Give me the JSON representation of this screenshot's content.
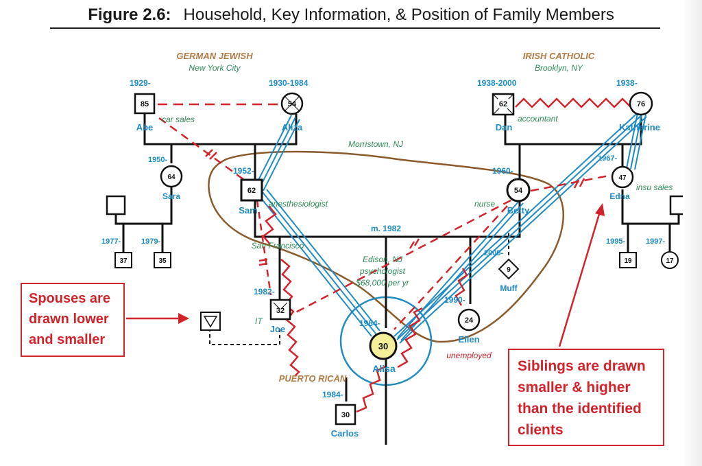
{
  "title": {
    "figure_label": "Figure 2.6:",
    "text": "Household, Key Information, & Position of Family Members"
  },
  "colors": {
    "blue": "#1e8bc3",
    "red": "#d3232a",
    "brown": "#8b5a2b",
    "green": "#2e8b57",
    "tan": "#b07a45",
    "client_fill": "#f6ef9a"
  },
  "origins": {
    "left": {
      "heritage": "GERMAN JEWISH",
      "place": "New York City"
    },
    "right": {
      "heritage": "IRISH CATHOLIC",
      "place": "Brooklyn, NY"
    },
    "bottom": {
      "heritage": "PUERTO RICAN"
    }
  },
  "places": {
    "morristown": "Morristown, NJ",
    "san_francisco": "San Francisco",
    "edison": "Edison, NJ",
    "marriage": "m. 1982"
  },
  "people": {
    "abe": {
      "name": "Abe",
      "year": "1929-",
      "age": "85",
      "job": "car sales"
    },
    "aliza": {
      "name": "Aliza",
      "year": "1930-1984",
      "age": "54"
    },
    "dan": {
      "name": "Dan",
      "year": "1938-2000",
      "age": "62",
      "job": "accountant"
    },
    "katherine": {
      "name": "Katherine",
      "year": "1938-",
      "age": "76"
    },
    "sara": {
      "name": "Sara",
      "year": "1950-",
      "age": "64"
    },
    "sam": {
      "name": "Sam",
      "year": "1952-",
      "age": "62",
      "job": "anesthesiologist"
    },
    "betty": {
      "name": "Betty",
      "year": "1960-",
      "age": "54",
      "job": "nurse",
      "job2": "psychologist",
      "income": "$68,000 per yr"
    },
    "edna": {
      "name": "Edna",
      "year": "1967-",
      "age": "47",
      "job": "insu sales"
    },
    "sara_child1": {
      "year": "1977-",
      "age": "37"
    },
    "sara_child2": {
      "year": "1979-",
      "age": "35"
    },
    "edna_child1": {
      "year": "1995-",
      "age": "19"
    },
    "edna_child2": {
      "year": "1997-",
      "age": "17"
    },
    "joe": {
      "name": "Joe",
      "year": "1982-",
      "age": "32",
      "job": "IT"
    },
    "alisa": {
      "name": "Alisa",
      "year": "1984-",
      "age": "30"
    },
    "ellen": {
      "name": "Ellen",
      "year": "1990-",
      "age": "24",
      "job": "unemployed"
    },
    "muff": {
      "name": "Muff",
      "year": "2005-",
      "age": "9"
    },
    "carlos": {
      "name": "Carlos",
      "year": "1984-",
      "age": "30"
    }
  },
  "callouts": {
    "spouses": [
      "Spouses are",
      "drawn lower",
      "and smaller"
    ],
    "siblings": [
      "Siblings are drawn",
      "smaller & higher",
      "than the identified",
      "clients"
    ]
  }
}
